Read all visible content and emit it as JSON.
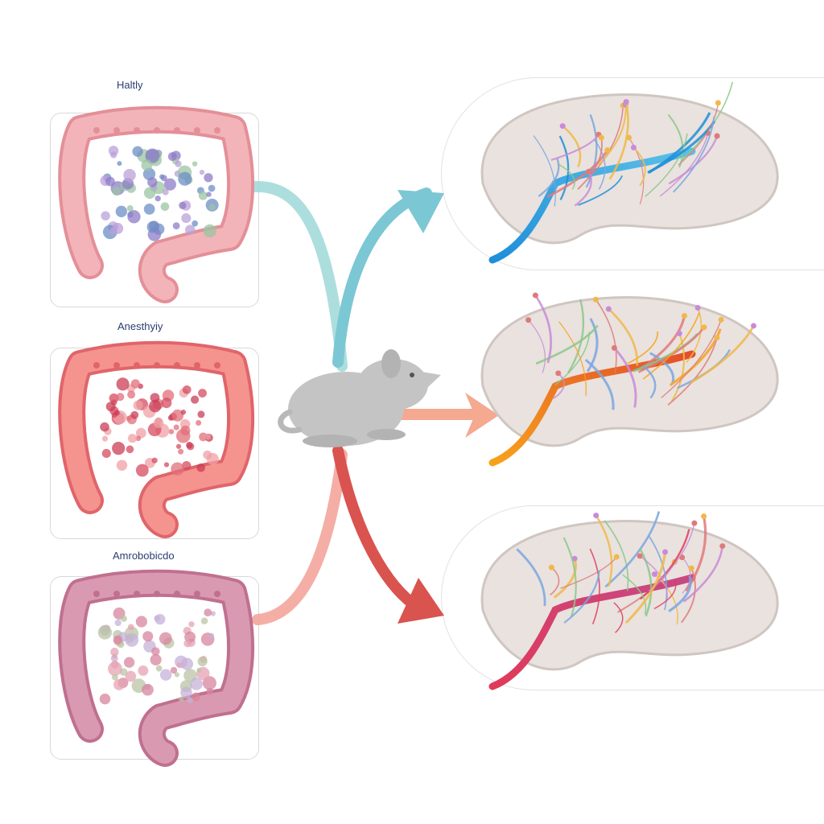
{
  "panels": [
    {
      "label": "Haltly",
      "color": "#f2b4b8",
      "edge": "#e48f98",
      "spots": [
        "#8d7cc7",
        "#9bc4a3",
        "#b9a0d9",
        "#6d8fc6"
      ]
    },
    {
      "label": "Anesthyiy",
      "color": "#f5938f",
      "edge": "#e0656a",
      "spots": [
        "#d64b5f",
        "#e26f7a",
        "#c93e57",
        "#f0a0a6"
      ]
    },
    {
      "label": "Amrobobicdo",
      "color": "#d99ab1",
      "edge": "#c0708f",
      "spots": [
        "#d7869d",
        "#b9c4a3",
        "#e6a3b4",
        "#c6b1d8"
      ]
    }
  ],
  "connectors": {
    "top": "#9fd8d8",
    "middle": "#f4a990",
    "bottom": "#f2a097",
    "mouse": "#b8b8b8"
  },
  "brains": [
    {
      "vessel_start": "#1e8fd9",
      "vessel_end": "#5bc0e8",
      "arrow": "#7cc7d4"
    },
    {
      "vessel_start": "#f7a21b",
      "vessel_end": "#e24f2c",
      "arrow": "#f4a990"
    },
    {
      "vessel_start": "#e03a5a",
      "vessel_end": "#c74883",
      "arrow": "#d9534f"
    }
  ]
}
